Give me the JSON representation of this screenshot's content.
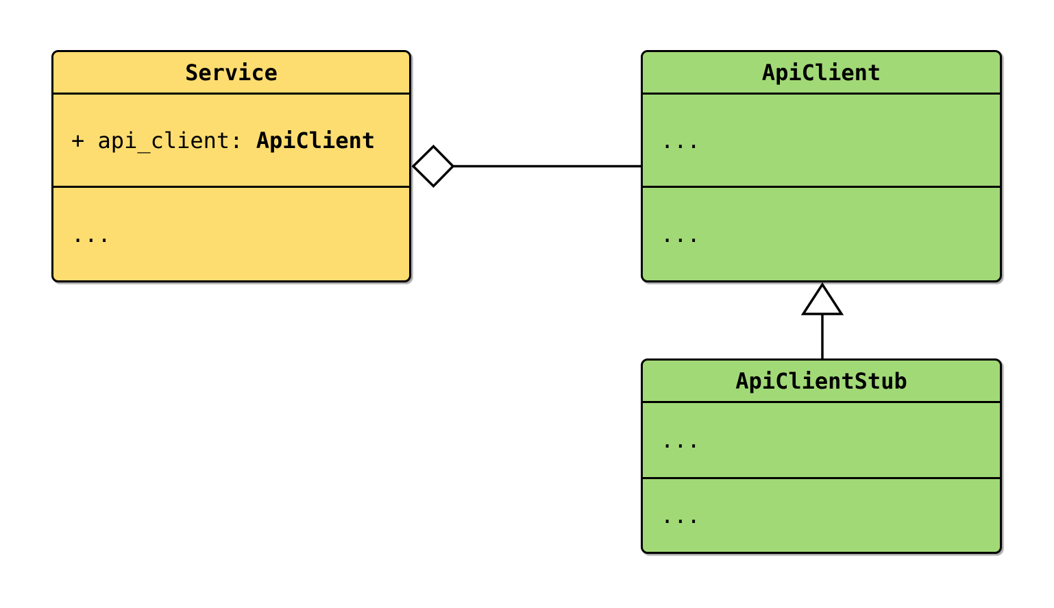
{
  "diagram": {
    "kind": "uml-class-diagram",
    "background": "#FFFFFF"
  },
  "colors": {
    "service_fill": "#FDDD70",
    "client_fill": "#A2D977",
    "stroke": "#000000",
    "marker_fill": "#FFFFFF"
  },
  "classes": {
    "service": {
      "title": "Service",
      "attribute_prefix": "+ api_client: ",
      "attribute_type": "ApiClient",
      "methods_placeholder": "..."
    },
    "api_client": {
      "title": "ApiClient",
      "attributes_placeholder": "...",
      "methods_placeholder": "..."
    },
    "api_client_stub": {
      "title": "ApiClientStub",
      "attributes_placeholder": "...",
      "methods_placeholder": "..."
    }
  },
  "relationships": [
    {
      "type": "aggregation",
      "from": "Service",
      "to": "ApiClient",
      "marker": "hollow-diamond"
    },
    {
      "type": "inheritance",
      "from": "ApiClientStub",
      "to": "ApiClient",
      "marker": "hollow-triangle"
    }
  ]
}
